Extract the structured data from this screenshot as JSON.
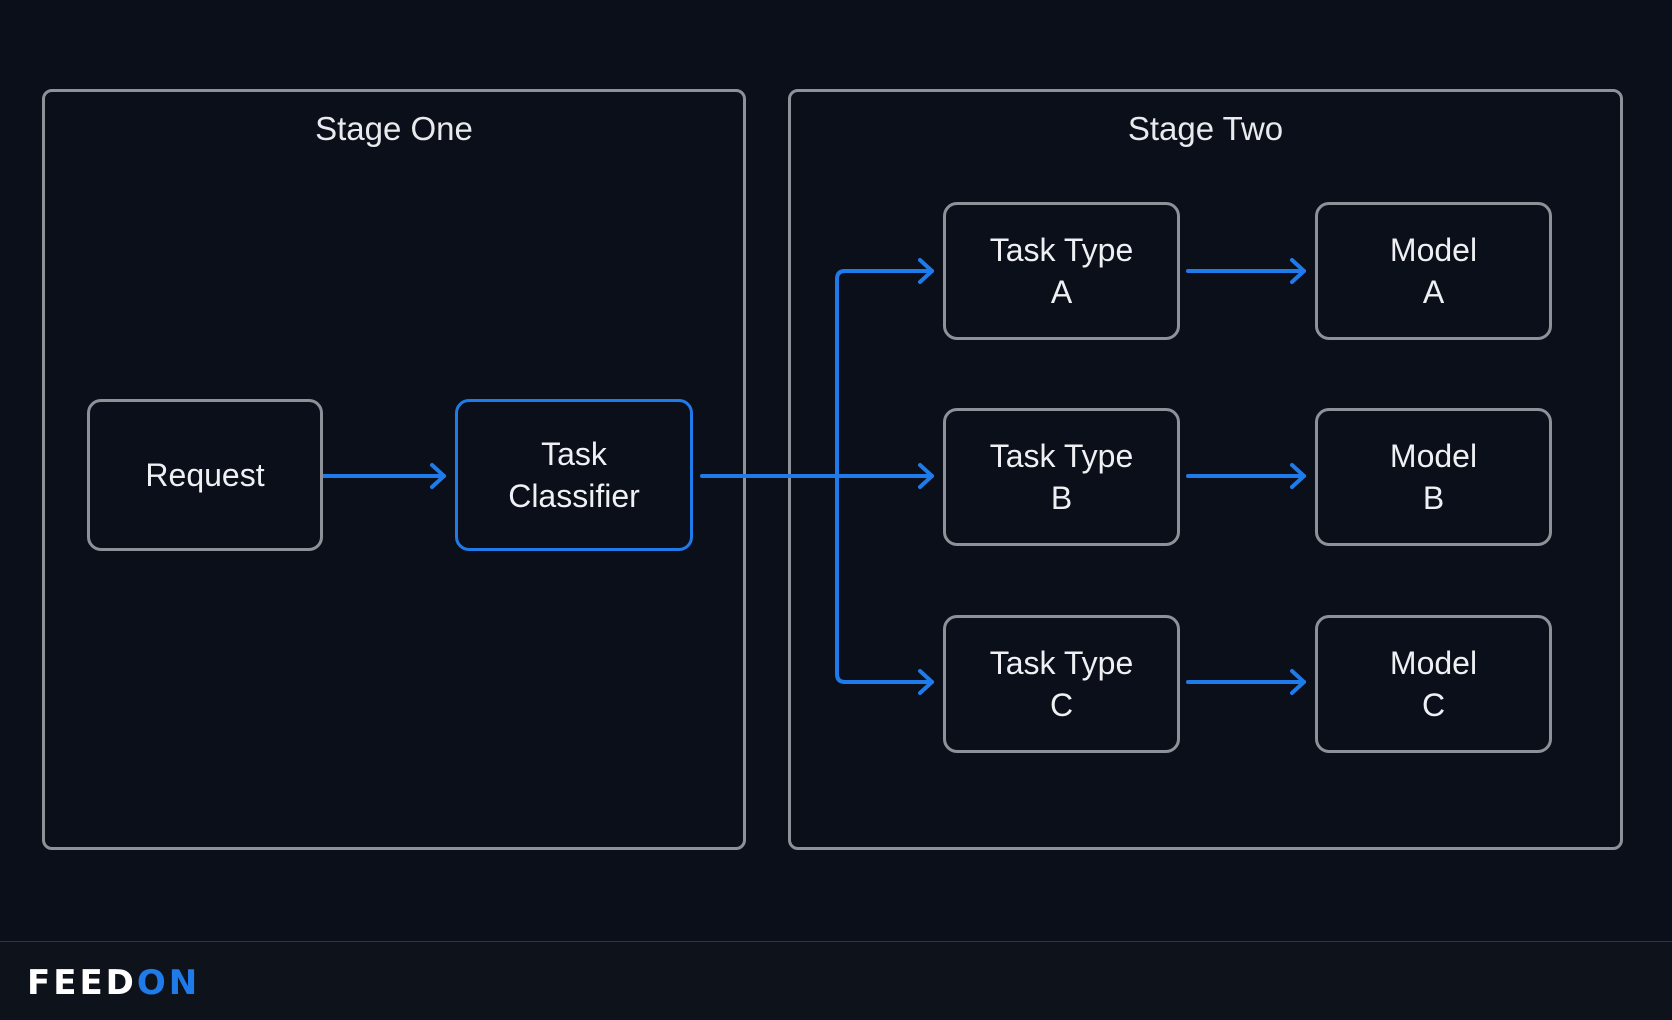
{
  "stages": {
    "one": {
      "title": "Stage One"
    },
    "two": {
      "title": "Stage Two"
    }
  },
  "nodes": {
    "request": {
      "line1": "Request"
    },
    "classifier": {
      "line1": "Task",
      "line2": "Classifier"
    },
    "task_a": {
      "line1": "Task Type",
      "line2": "A"
    },
    "task_b": {
      "line1": "Task Type",
      "line2": "B"
    },
    "task_c": {
      "line1": "Task Type",
      "line2": "C"
    },
    "model_a": {
      "line1": "Model",
      "line2": "A"
    },
    "model_b": {
      "line1": "Model",
      "line2": "B"
    },
    "model_c": {
      "line1": "Model",
      "line2": "C"
    }
  },
  "footer": {
    "logo_part1": "FEED",
    "logo_part2": "ON"
  },
  "colors": {
    "background": "#0b0f19",
    "border": "#8d9299",
    "accent": "#1f7aea",
    "text": "#eef0f3"
  }
}
